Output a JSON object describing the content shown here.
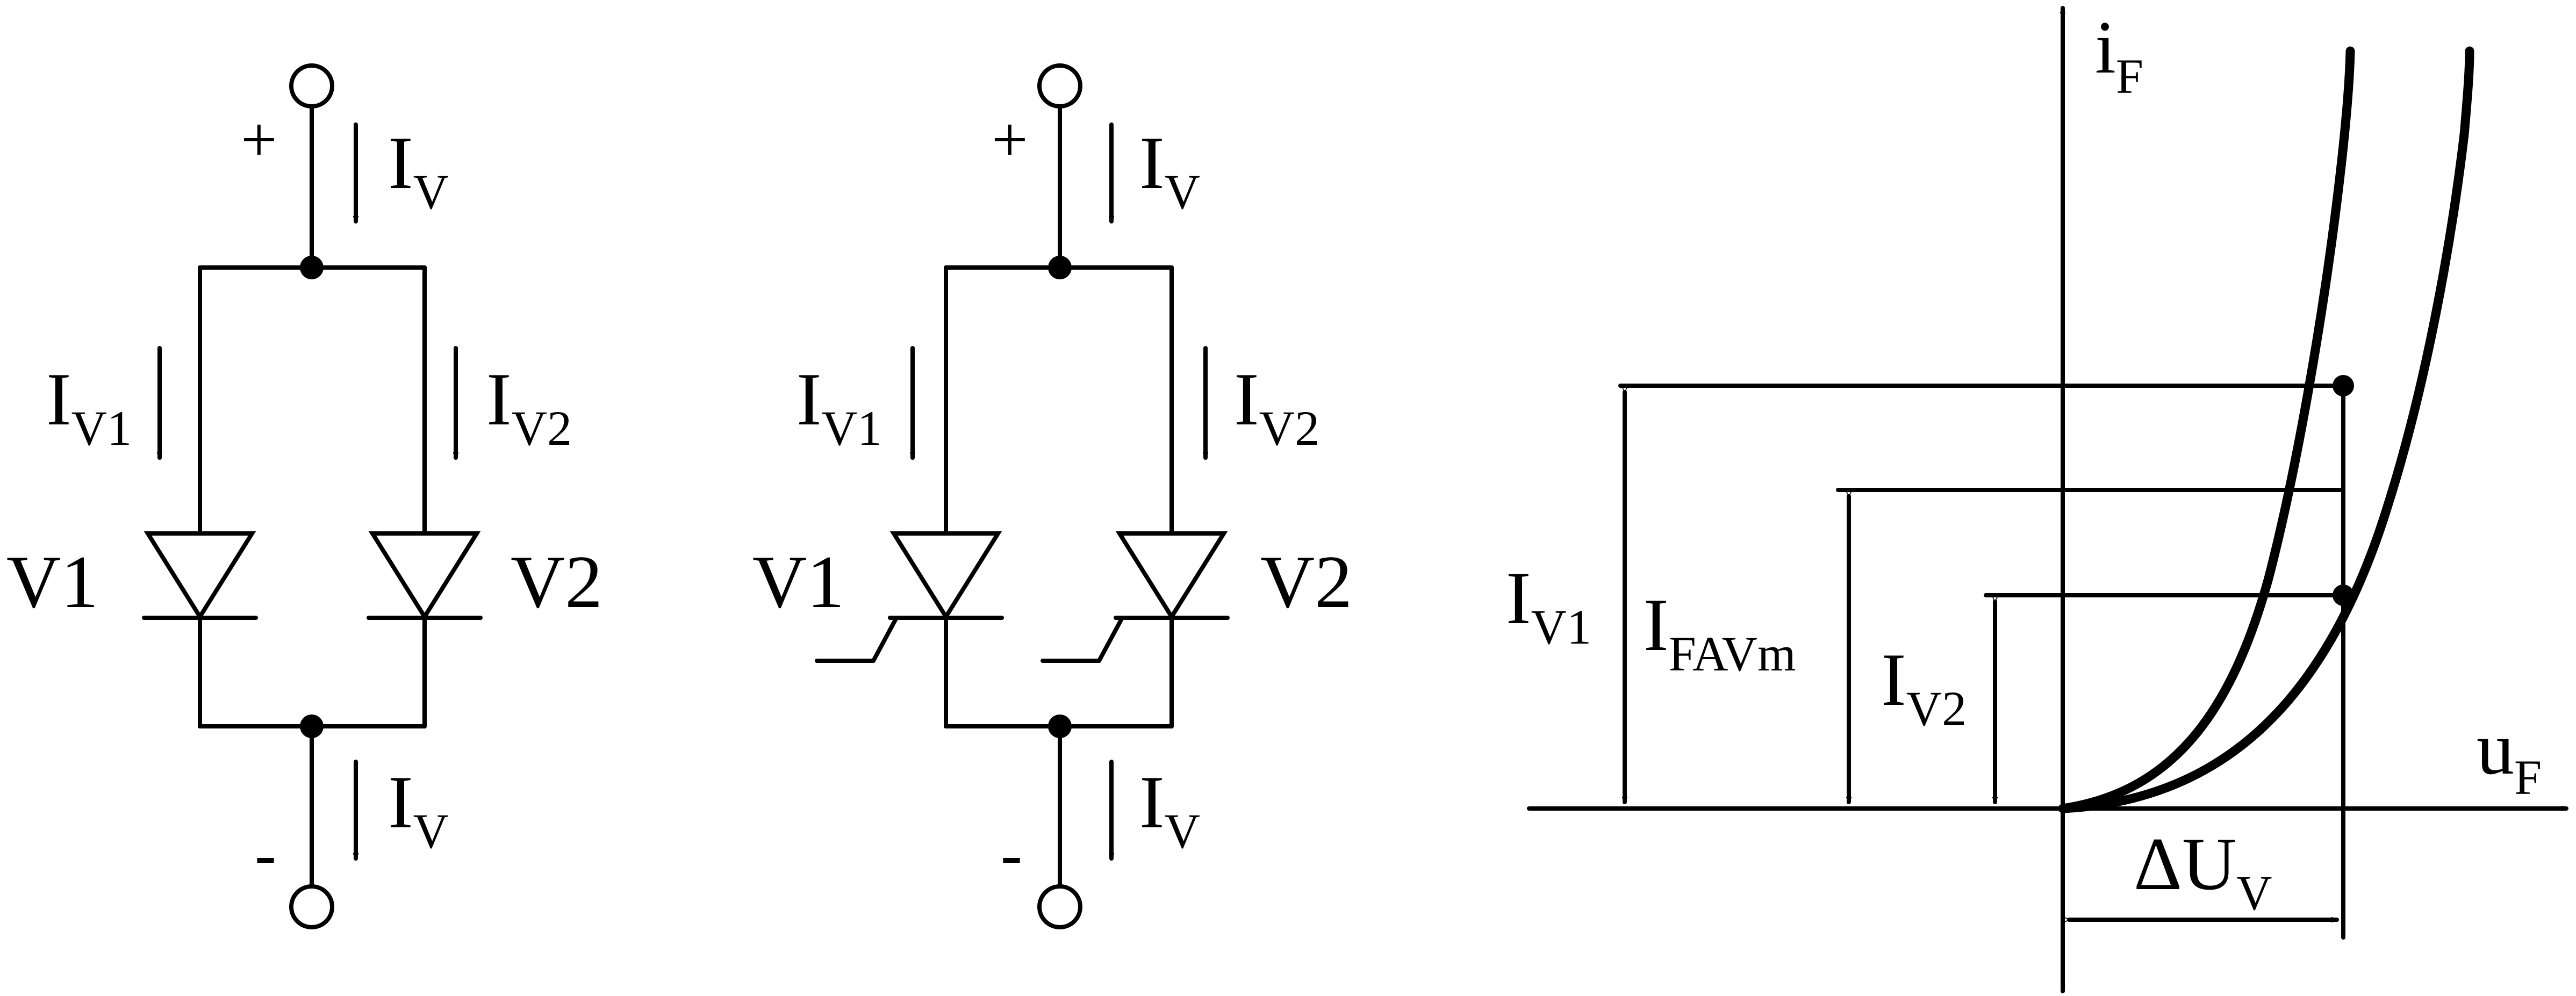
{
  "circuit_diodes": {
    "plus": "+",
    "minus": "-",
    "iv_main": "I",
    "iv_main_sub": "V",
    "iv1": "I",
    "iv1_sub": "V1",
    "iv2": "I",
    "iv2_sub": "V2",
    "v1": "V1",
    "v2": "V2"
  },
  "circuit_thyristors": {
    "plus": "+",
    "minus": "-",
    "iv_main": "I",
    "iv_main_sub": "V",
    "iv1": "I",
    "iv1_sub": "V1",
    "iv2": "I",
    "iv2_sub": "V2",
    "v1": "V1",
    "v2": "V2"
  },
  "characteristic": {
    "y_axis": "i",
    "y_axis_sub": "F",
    "x_axis": "u",
    "x_axis_sub": "F",
    "iv1": "I",
    "iv1_sub": "V1",
    "ifavm": "I",
    "ifavm_sub": "FAVm",
    "iv2": "I",
    "iv2_sub": "V2",
    "delta_uv": "ΔU",
    "delta_uv_sub": "V"
  },
  "colors": {
    "line": "#000000",
    "background": "#ffffff"
  }
}
